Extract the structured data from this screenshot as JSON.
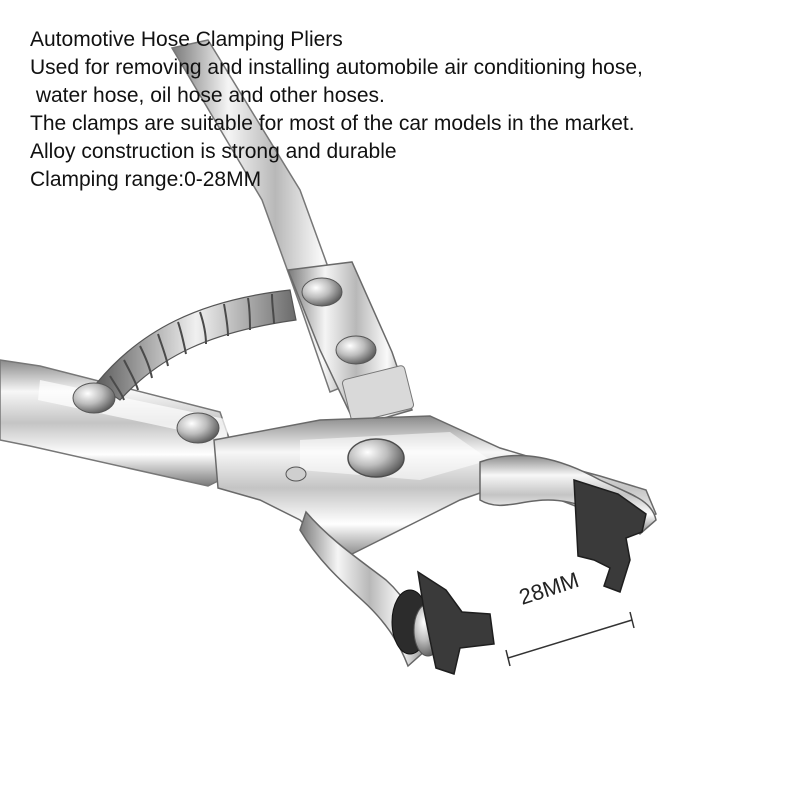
{
  "description": {
    "title": "Automotive Hose Clamping Pliers",
    "line_1": "Used for removing and installing automobile air conditioning hose,",
    "line_2": " water hose, oil hose and other hoses.",
    "line_3": "The clamps are suitable for most of the car models in the market.",
    "line_4": "Alloy construction is strong and durable",
    "line_5": "Clamping range:0-28MM"
  },
  "dimension": {
    "label": "28MM"
  },
  "colors": {
    "background": "#ffffff",
    "text": "#111111",
    "chrome_light": "#f4f4f4",
    "chrome_mid": "#b9b9b9",
    "chrome_dark": "#6e6e6e",
    "jaw_tips": "#3a3a3a"
  }
}
